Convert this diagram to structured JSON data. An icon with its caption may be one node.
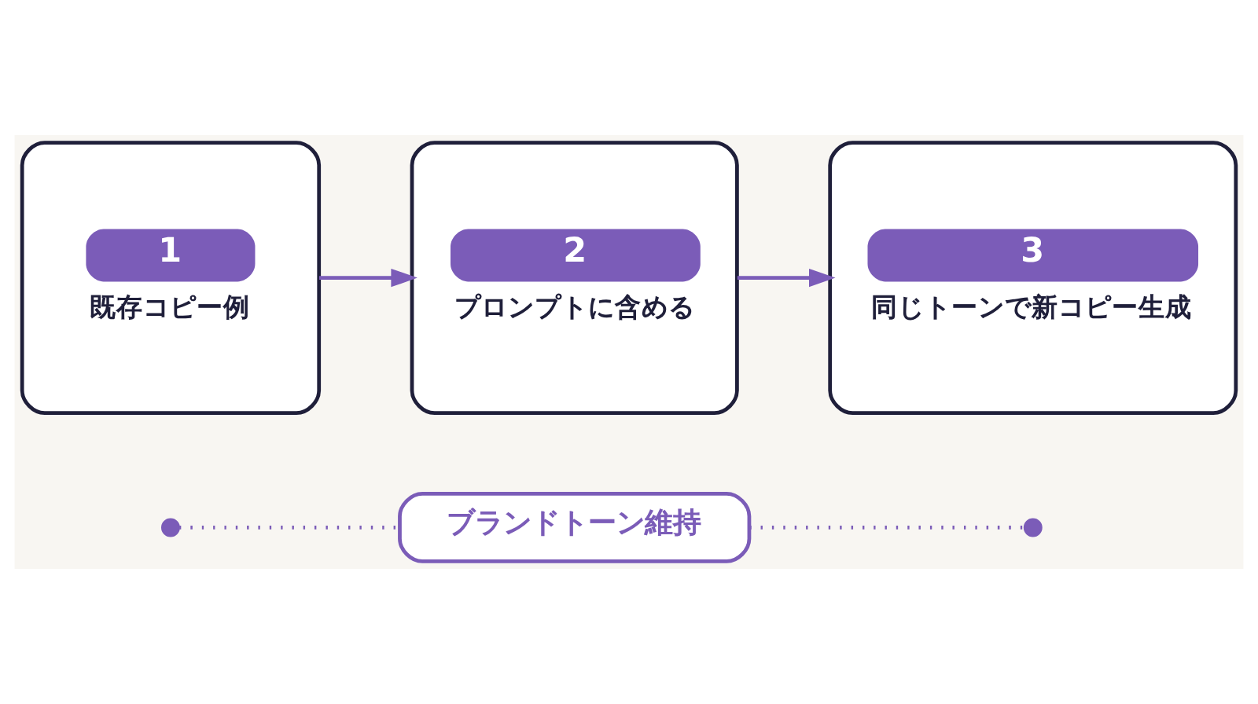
{
  "diagram": {
    "nodes": [
      {
        "text": [
          "1",
          "既存コピー例"
        ]
      },
      {
        "text": [
          "2",
          "プロンプトに含める"
        ]
      },
      {
        "text": [
          "3",
          "同じトーンで新コピー生成"
        ]
      },
      {
        "text": [],
        "shape": "circle"
      },
      {
        "text": [
          "ブランドトーン維持"
        ]
      },
      {
        "text": [],
        "shape": "circle"
      }
    ],
    "edges": [
      {
        "from": 0,
        "to": 1,
        "arrow": "to"
      },
      {
        "from": 1,
        "to": 2,
        "arrow": "to"
      },
      {
        "from": 3,
        "to": 4,
        "arrow": "none",
        "style": "dashed"
      },
      {
        "from": 4,
        "to": 5,
        "arrow": "none",
        "style": "dashed"
      }
    ]
  }
}
